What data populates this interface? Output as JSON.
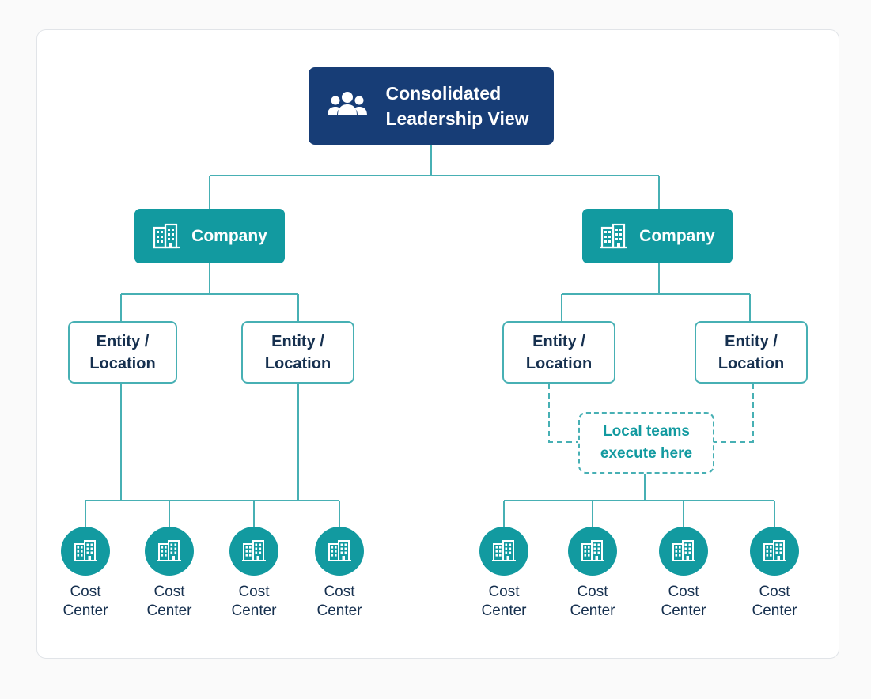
{
  "root": {
    "line1": "Consolidated",
    "line2": "Leadership View",
    "icon": "team-icon"
  },
  "companies": [
    {
      "label": "Company",
      "icon": "building-icon"
    },
    {
      "label": "Company",
      "icon": "building-icon"
    }
  ],
  "entities": [
    {
      "line1": "Entity /",
      "line2": "Location"
    },
    {
      "line1": "Entity /",
      "line2": "Location"
    },
    {
      "line1": "Entity /",
      "line2": "Location"
    },
    {
      "line1": "Entity /",
      "line2": "Location"
    }
  ],
  "note": {
    "line1": "Local teams",
    "line2": "execute here"
  },
  "cost_centers": [
    {
      "line1": "Cost",
      "line2": "Center",
      "icon": "office-building-icon"
    },
    {
      "line1": "Cost",
      "line2": "Center",
      "icon": "office-building-icon"
    },
    {
      "line1": "Cost",
      "line2": "Center",
      "icon": "office-building-icon"
    },
    {
      "line1": "Cost",
      "line2": "Center",
      "icon": "office-building-icon"
    },
    {
      "line1": "Cost",
      "line2": "Center",
      "icon": "office-building-icon"
    },
    {
      "line1": "Cost",
      "line2": "Center",
      "icon": "office-building-icon"
    },
    {
      "line1": "Cost",
      "line2": "Center",
      "icon": "office-building-icon"
    },
    {
      "line1": "Cost",
      "line2": "Center",
      "icon": "office-building-icon"
    }
  ],
  "colors": {
    "root_fill": "#173d76",
    "accent": "#129aa0",
    "connector": "#47b0b4",
    "text_dark": "#16304f"
  }
}
